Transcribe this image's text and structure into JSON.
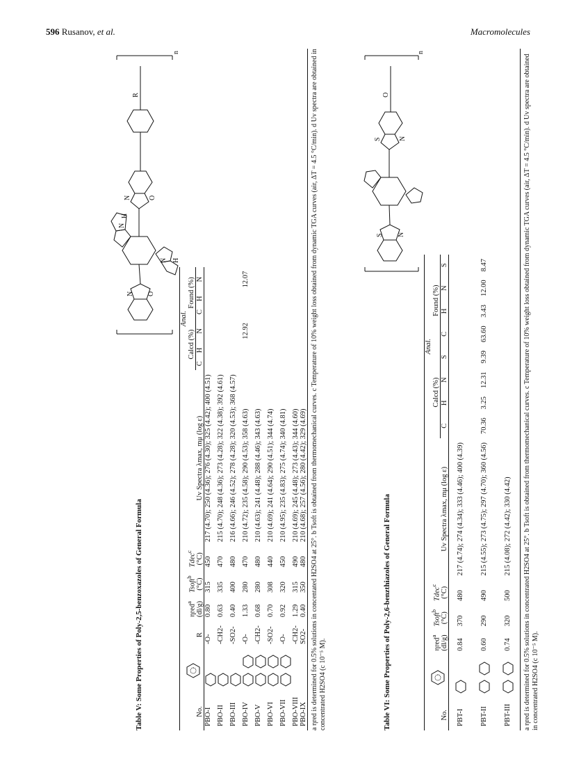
{
  "header": {
    "page": "596",
    "authors": "Rusanov,",
    "etal": "et al.",
    "journal": "Macromolecules"
  },
  "table5": {
    "title": "Table V: Some Properties of Poly-2,5-benzoxazoles of General Formula",
    "anal_label": "Anal.",
    "calcd_label": "Calcd (%)",
    "found_label": "Found (%)",
    "headers": {
      "no": "No.",
      "r": "R",
      "eta": "ηred",
      "eta_unit": "(dl/g)",
      "tsoft": "Tsoft",
      "tsoft_unit": "(°C)",
      "tdec": "Tdec",
      "tdec_unit": "(°C)",
      "uv": "Uv Spectra λmax, mμ (log ε)",
      "c": "C",
      "h": "H",
      "n": "N"
    },
    "rows": [
      {
        "no": "PBO-I",
        "r": "-O-",
        "eta": "0.80",
        "tsoft": "315",
        "tdec": "450",
        "uv": "217 (4.70); 250 (4.36); 276 (4.30); 325 (4.42); 400 (4.51)",
        "calcd_n": "",
        "found_n": ""
      },
      {
        "no": "PBO-II",
        "r": "-CH2-",
        "eta": "0.63",
        "tsoft": "335",
        "tdec": "470",
        "uv": "215 (4.70); 248 (4.36); 273 (4.28); 322 (4.38); 392 (4.61)",
        "calcd_n": "",
        "found_n": ""
      },
      {
        "no": "PBO-III",
        "r": "-SO2-",
        "eta": "0.40",
        "tsoft": "400",
        "tdec": "480",
        "uv": "216 (4.66); 246 (4.52); 278 (4.28); 320 (4.53); 368 (4.57)",
        "calcd_n": "",
        "found_n": ""
      },
      {
        "no": "PBO-IV",
        "r": "-O-",
        "eta": "1.33",
        "tsoft": "280",
        "tdec": "470",
        "uv": "210 (4.72); 235 (4.58); 290 (4.53); 358 (4.63)",
        "calcd_n": "12.92",
        "found_n": "12.07"
      },
      {
        "no": "PBO-V",
        "r": "-CH2-",
        "eta": "0.68",
        "tsoft": "280",
        "tdec": "480",
        "uv": "210 (4.63); 241 (4.48); 288 (4.46); 343 (4.63)",
        "calcd_n": "",
        "found_n": ""
      },
      {
        "no": "PBO-VI",
        "r": "-SO2-",
        "eta": "0.70",
        "tsoft": "308",
        "tdec": "440",
        "uv": "210 (4.69); 241 (4.64); 290 (4.51); 344 (4.74)",
        "calcd_n": "",
        "found_n": ""
      },
      {
        "no": "PBO-VII",
        "r": "-O-",
        "eta": "0.92",
        "tsoft": "320",
        "tdec": "450",
        "uv": "210 (4.95); 235 (4.83); 275 (4.74); 340 (4.81)",
        "calcd_n": "",
        "found_n": ""
      },
      {
        "no": "PBO-VIII",
        "r": "-CH2-",
        "eta": "1.29",
        "tsoft": "315",
        "tdec": "490",
        "uv": "210 (4.69); 245 (4.48); 273 (4.43); 344 (4.60)",
        "calcd_n": "",
        "found_n": ""
      },
      {
        "no": "PBO-IX",
        "r": "SO2-",
        "eta": "0.40",
        "tsoft": "350",
        "tdec": "480",
        "uv": "210 (4.68); 257 (4.56); 280 (4.42); 329 (4.69)",
        "calcd_n": "",
        "found_n": ""
      }
    ],
    "footnote": "a ηred is determined for 0.5% solutions in concentated H2SO4 at 25°. b Tsoft is obtained from thermomechanical curves. c Temperature of 10% weight loss obtained from dynamic TGA curves (air, ΔT = 4.5 °C/min). d Uv spectra are obtained in concentrated H2SO4 (c 10⁻⁵ M).",
    "formula_r": "R",
    "formula_n": "n"
  },
  "table6": {
    "title": "Table VI: Some Properties of Poly-2,6-benzthiazoles of General Formula",
    "anal_label": "Anal.",
    "calcd_label": "Calcd (%)",
    "found_label": "Found (%)",
    "headers": {
      "no": "No.",
      "eta": "ηred",
      "eta_unit": "(dl/g)",
      "tsoft": "Tsoft",
      "tsoft_unit": "(°C)",
      "tdec": "Tdec",
      "tdec_unit": "(°C)",
      "uv": "Uv Spectra λmax, mμ (log ε)",
      "c": "C",
      "h": "H",
      "n": "N",
      "s": "S"
    },
    "rows": [
      {
        "no": "PBT-I",
        "eta": "0.84",
        "tsoft": "370",
        "tdec": "480",
        "uv": "217 (4.74); 274 (4.34); 333 (4.46); 400 (4.39)",
        "calcd": [
          "",
          "",
          "",
          ""
        ],
        "found": [
          "",
          "",
          "",
          ""
        ]
      },
      {
        "no": "PBT-II",
        "eta": "0.60",
        "tsoft": "290",
        "tdec": "490",
        "uv": "215 (4.55); 273 (4.75); 297 (4.70); 360 (4.56)",
        "calcd": [
          "70.36",
          "3.25",
          "12.31",
          "9.39"
        ],
        "found": [
          "63.60",
          "3.43",
          "12.00",
          "8.47"
        ]
      },
      {
        "no": "PBT-III",
        "eta": "0.74",
        "tsoft": "320",
        "tdec": "500",
        "uv": "215 (4.08); 272 (4.42); 330 (4.42)",
        "calcd": [
          "",
          "",
          "",
          ""
        ],
        "found": [
          "",
          "",
          "",
          ""
        ]
      }
    ],
    "footnote": "a ηred is determined for 0.5% solutions in concentrated H2SO4 at 25°. b Tsoft is obtained from thermomechanical curves. c Temperature of 10% weight loss obtained from dynamic TGA curves (air, ΔT = 4.5 °C/min). d Uv spectra are obtained in concentrated H2SO4 (c 10⁻⁵ M).",
    "formula_n": "n"
  }
}
